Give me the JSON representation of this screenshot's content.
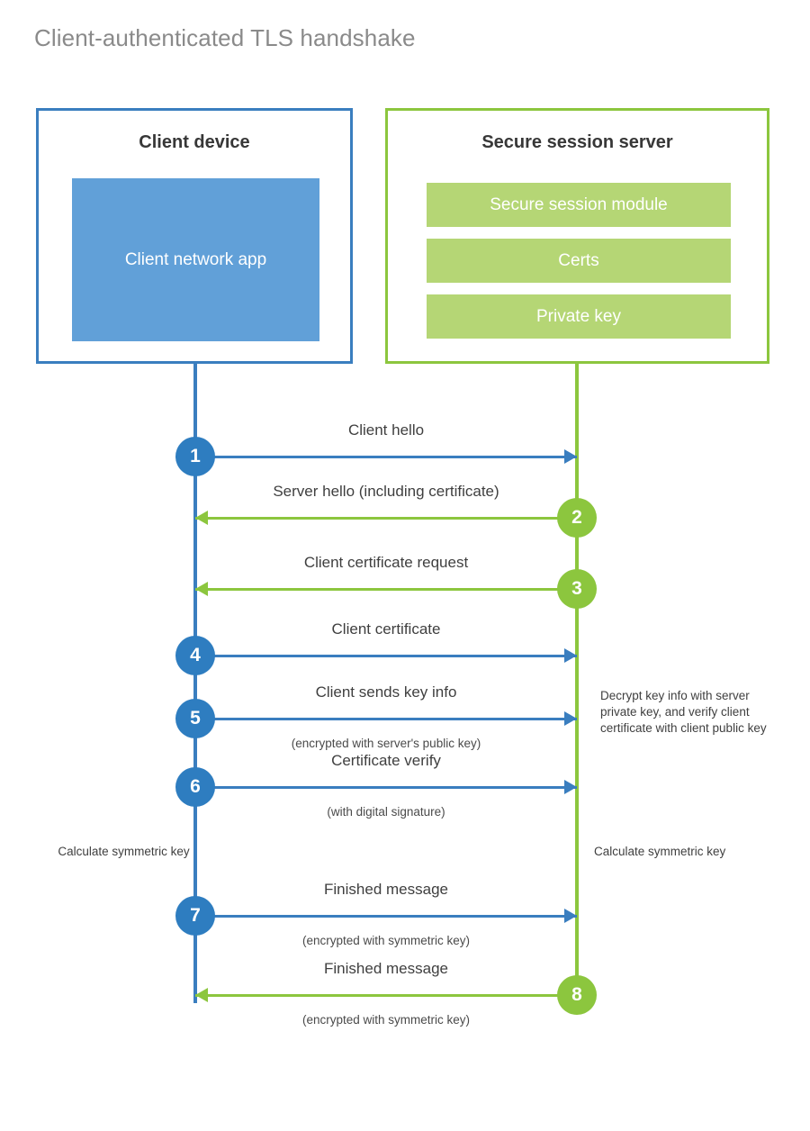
{
  "title": "Client-authenticated TLS handshake",
  "actors": {
    "client": {
      "title": "Client device",
      "app_label": "Client network app"
    },
    "server": {
      "title": "Secure session server",
      "components": [
        "Secure session module",
        "Certs",
        "Private key"
      ]
    }
  },
  "colors": {
    "client_blue": "#3a7ebf",
    "client_badge_blue": "#2e7dc0",
    "client_app_fill": "#61a0d8",
    "server_green": "#8cc63e",
    "server_bar_fill": "#b5d675",
    "title_gray": "#8a8a8a",
    "text_dark": "#3f3f3f"
  },
  "steps": [
    {
      "number": "1",
      "label": "Client hello",
      "sub": "",
      "direction": "client-to-server",
      "color": "blue"
    },
    {
      "number": "2",
      "label": "Server hello (including certificate)",
      "sub": "",
      "direction": "server-to-client",
      "color": "green"
    },
    {
      "number": "3",
      "label": "Client certificate request",
      "sub": "",
      "direction": "server-to-client",
      "color": "green"
    },
    {
      "number": "4",
      "label": "Client certificate",
      "sub": "",
      "direction": "client-to-server",
      "color": "blue"
    },
    {
      "number": "5",
      "label": "Client sends key info",
      "sub": "(encrypted with server's public key)",
      "direction": "client-to-server",
      "color": "blue"
    },
    {
      "number": "6",
      "label": "Certificate verify",
      "sub": "(with digital signature)",
      "direction": "client-to-server",
      "color": "blue"
    },
    {
      "number": "7",
      "label": "Finished message",
      "sub": "(encrypted with symmetric key)",
      "direction": "client-to-server",
      "color": "blue"
    },
    {
      "number": "8",
      "label": "Finished message",
      "sub": "(encrypted with symmetric key)",
      "direction": "server-to-client",
      "color": "green"
    }
  ],
  "notes": {
    "server_decrypt": "Decrypt key info with server private key, and verify client certificate with client public key",
    "client_calculate": "Calculate symmetric key",
    "server_calculate": "Calculate symmetric key"
  }
}
